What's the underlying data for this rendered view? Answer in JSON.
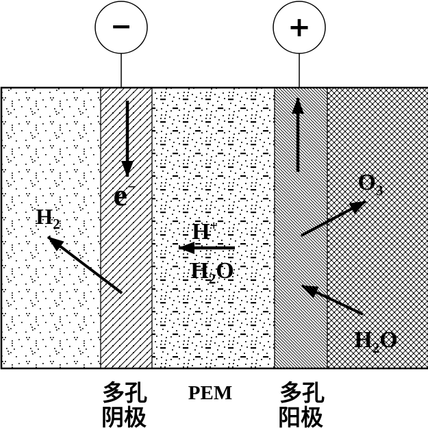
{
  "terminals": {
    "negative": "−",
    "positive": "+"
  },
  "labels": {
    "hydrogen": {
      "base": "H",
      "sub": "2"
    },
    "electron": {
      "base": "e",
      "sup": "−"
    },
    "proton": {
      "base": "H",
      "sup": "+"
    },
    "water": {
      "base": "H",
      "sub": "2",
      "tail": "O"
    },
    "ozone": {
      "base": "O",
      "sub": "3"
    }
  },
  "captions": {
    "cathode": {
      "line1": "多孔",
      "line2": "阴极"
    },
    "membrane": "PEM",
    "anode": {
      "line1": "多孔",
      "line2": "阳极"
    }
  },
  "colors": {
    "ink": "#000000",
    "paper": "#ffffff"
  }
}
